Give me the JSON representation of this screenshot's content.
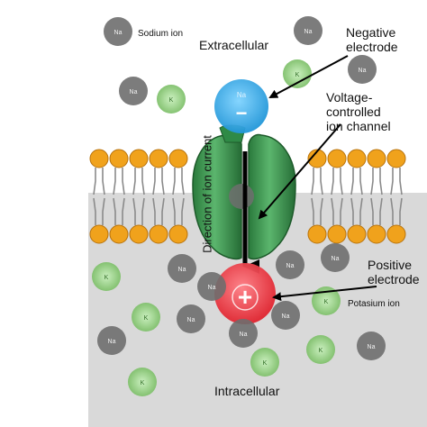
{
  "labels": {
    "sodium_ion": "Sodium ion",
    "extracellular": "Extracellular",
    "negative_electrode": [
      "Negative",
      "electrode"
    ],
    "voltage_channel": [
      "Voltage-",
      "controlled",
      "ion channel"
    ],
    "direction": "Direction of ion current",
    "positive_electrode": [
      "Positive",
      "electrode"
    ],
    "potassium_ion": "Potasium ion",
    "intracellular": "Intracellular"
  },
  "ions": {
    "sodium_symbol": "Na",
    "potassium_symbol": "K"
  },
  "electrodes": {
    "negative_symbol": "−",
    "positive_symbol": "+"
  },
  "colors": {
    "sodium": "#6e6e6e",
    "potassium": "#8fcf7e",
    "channel": "#2f8a46",
    "lipid_head": "#f0a21c",
    "negative_electrode": "#2ba6e6",
    "positive_electrode": "#e8313c",
    "intracellular_bg": "#d9d9d9"
  }
}
